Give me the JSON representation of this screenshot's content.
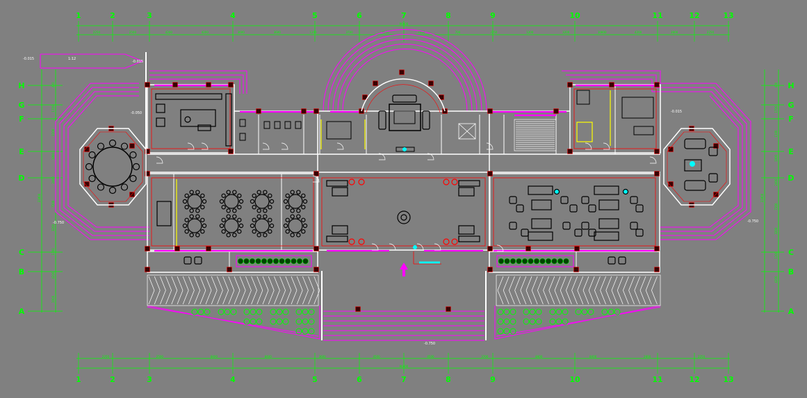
{
  "colors": {
    "background": "#808080",
    "axis": "#00ff00",
    "wall": "#ffffff",
    "column": "#3a0000",
    "window": "#ff00ff",
    "furniture": "#000000",
    "door": "#ffffff",
    "red_line": "#ff0000",
    "yellow": "#ffff00",
    "cyan": "#00ffff",
    "plant": "#00cc00"
  },
  "grid": {
    "columns": [
      "1",
      "2",
      "3",
      "4",
      "5",
      "6",
      "7",
      "8",
      "9",
      "10",
      "11",
      "12",
      "13"
    ],
    "rows": [
      "H",
      "G",
      "F",
      "E",
      "D",
      "C",
      "B",
      "A"
    ]
  },
  "dimensions": {
    "top": [
      "2250",
      "2500",
      "4200",
      "4200",
      "3600",
      "3600",
      "1200",
      "3700",
      "4500",
      "4500",
      "700",
      "2250",
      "1200",
      "3200",
      "10800",
      "4200",
      "2800",
      "2250"
    ],
    "top_total": "96600",
    "bottom": [
      "2250",
      "2500",
      "8400",
      "8400",
      "3600",
      "4500",
      "4500",
      "3700",
      "8400",
      "8400",
      "2800",
      "2250"
    ],
    "bottom_total": "96600",
    "left": [
      "420",
      "1700",
      "1100",
      "1800",
      "2400",
      "7200",
      "3200",
      "1300",
      "4200",
      "1000"
    ],
    "left_total": "23800",
    "right": [
      "420",
      "1700",
      "1100",
      "1800",
      "2400",
      "7200",
      "3200",
      "1300",
      "4200"
    ],
    "right_total": "23800"
  },
  "elevations": {
    "ramp": "1:12",
    "e1": "-0.015",
    "e2": "-0.015",
    "e3": "-0.750",
    "e4": "-0.750",
    "e5": "-0.750",
    "e6": "-0.050",
    "e7": "-0.015"
  }
}
